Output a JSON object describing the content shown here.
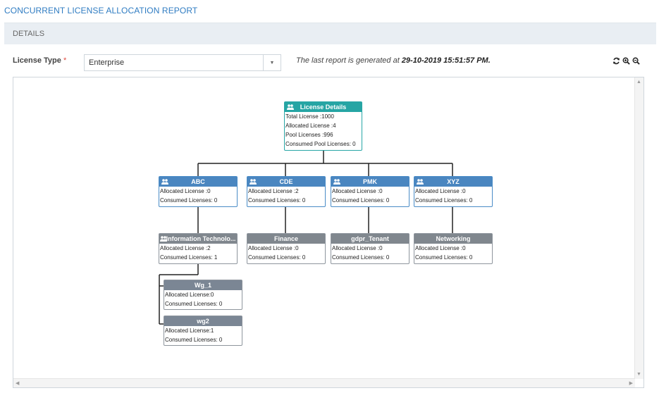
{
  "page": {
    "title": "CONCURRENT LICENSE ALLOCATION REPORT"
  },
  "details": {
    "section_label": "DETAILS"
  },
  "filter": {
    "license_type_label": "License Type",
    "required_mark": "*",
    "license_type_value": "Enterprise"
  },
  "report": {
    "prefix": "The last report is generated at",
    "timestamp": "29-10-2019 15:51:57 PM."
  },
  "toolbar": {
    "icons": [
      "refresh-icon",
      "zoom-in-icon",
      "zoom-out-icon"
    ]
  },
  "colors": {
    "title": "#2f7cc2",
    "root_header": "#26a5a4",
    "group_header": "#4a86c0",
    "dept_header": "#80878e"
  },
  "tree": {
    "root": {
      "title": "License Details",
      "lines": [
        "Total License :1000",
        "Allocated License :4",
        "Pool Licenses :996",
        "Consumed Pool Licenses: 0"
      ]
    },
    "groups": [
      {
        "title": "ABC",
        "lines": [
          "Allocated License :0",
          "Consumed Licenses: 0"
        ]
      },
      {
        "title": "CDE",
        "lines": [
          "Allocated License :2",
          "Consumed Licenses: 0"
        ]
      },
      {
        "title": "PMK",
        "lines": [
          "Allocated License :0",
          "Consumed Licenses: 0"
        ]
      },
      {
        "title": "XYZ",
        "lines": [
          "Allocated License :0",
          "Consumed Licenses: 0"
        ]
      }
    ],
    "departments": [
      {
        "title": "Information Technolo...",
        "lines": [
          "Allocated License :2",
          "Consumed Licenses: 1"
        ]
      },
      {
        "title": "Finance",
        "lines": [
          "Allocated License :0",
          "Consumed Licenses: 0"
        ]
      },
      {
        "title": "gdpr_Tenant",
        "lines": [
          "Allocated License :0",
          "Consumed Licenses: 0"
        ]
      },
      {
        "title": "Networking",
        "lines": [
          "Allocated License :0",
          "Consumed Licenses: 0"
        ]
      }
    ],
    "workgroups": [
      {
        "title": "Wg_1",
        "lines": [
          "Allocated License:0",
          "Consumed Licenses: 0"
        ]
      },
      {
        "title": "wg2",
        "lines": [
          "Allocated License:1",
          "Consumed Licenses: 0"
        ]
      }
    ]
  }
}
